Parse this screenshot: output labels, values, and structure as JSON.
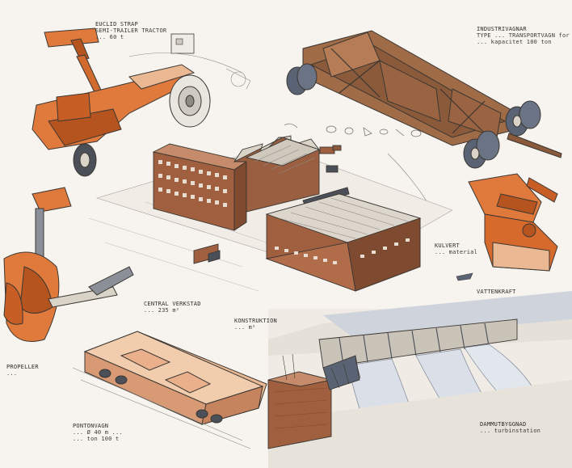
{
  "captions": {
    "top_left": {
      "title": "EUCLID STRAP",
      "line1": "SEMI-TRAILER TRACTOR",
      "line2": "... 60 t"
    },
    "top_right": {
      "title": "INDUSTRIVAGNAR",
      "line1": "TYPE ... TRANSPORTVAGN for",
      "line2": "... kapacitet 100 ton"
    },
    "center_left": {
      "title": "CENTRAL VERKSTAD",
      "line1": "... 235 m²"
    },
    "center": {
      "title": "KONSTRUKTION",
      "line1": "... m²"
    },
    "right_mid": {
      "title": "KULVERT",
      "line1": "... material"
    },
    "right_dam": {
      "title": "VATTENKRAFT"
    },
    "left_propeller": {
      "title": "PROPELLER",
      "line1": "..."
    },
    "bottom_left": {
      "title": "PONTONVAGN",
      "line1": "... Ø 40 m ...",
      "line2": "... ton 100 t"
    },
    "bottom_right": {
      "title": "DAMMUTBYGGNAD",
      "line1": "... turbinstation"
    }
  },
  "colors": {
    "orange": "#e07a3c",
    "orange_dark": "#b5541f",
    "brown": "#8a5a3b",
    "brown_dark": "#5b3a26",
    "tan": "#eab892",
    "slate": "#5a6373",
    "roof": "#d9d3c8",
    "ink": "#3b3733",
    "paper": "#f7f4ef"
  }
}
